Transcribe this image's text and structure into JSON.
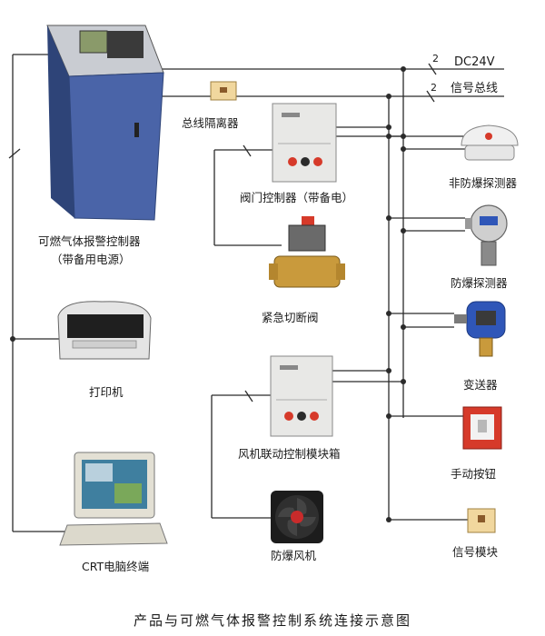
{
  "caption": "产品与可燃气体报警控制系统连接示意图",
  "buses": [
    {
      "count": "2",
      "label": "DC24V"
    },
    {
      "count": "2",
      "label": "信号总线"
    }
  ],
  "devices": {
    "controller": {
      "line1": "可燃气体报警控制器",
      "line2": "（带备用电源）"
    },
    "printer": "打印机",
    "crt": "CRT电脑终端",
    "isolator": "总线隔离器",
    "valve_controller": "阀门控制器（带备电）",
    "shutoff_valve": "紧急切断阀",
    "fan_module": "风机联动控制模块箱",
    "fan": "防爆风机",
    "non_explosion_detector": "非防爆探测器",
    "explosion_detector": "防爆探测器",
    "transmitter": "变送器",
    "manual_button": "手动按钮",
    "signal_module": "信号模块"
  },
  "colors": {
    "cabinet": "#4a64a8",
    "cabinet_dark": "#2e4478",
    "panel_top": "#c9ccd2",
    "button_red": "#d63a2a",
    "transmitter_blue": "#2f56b8",
    "brass": "#c99a3c"
  }
}
